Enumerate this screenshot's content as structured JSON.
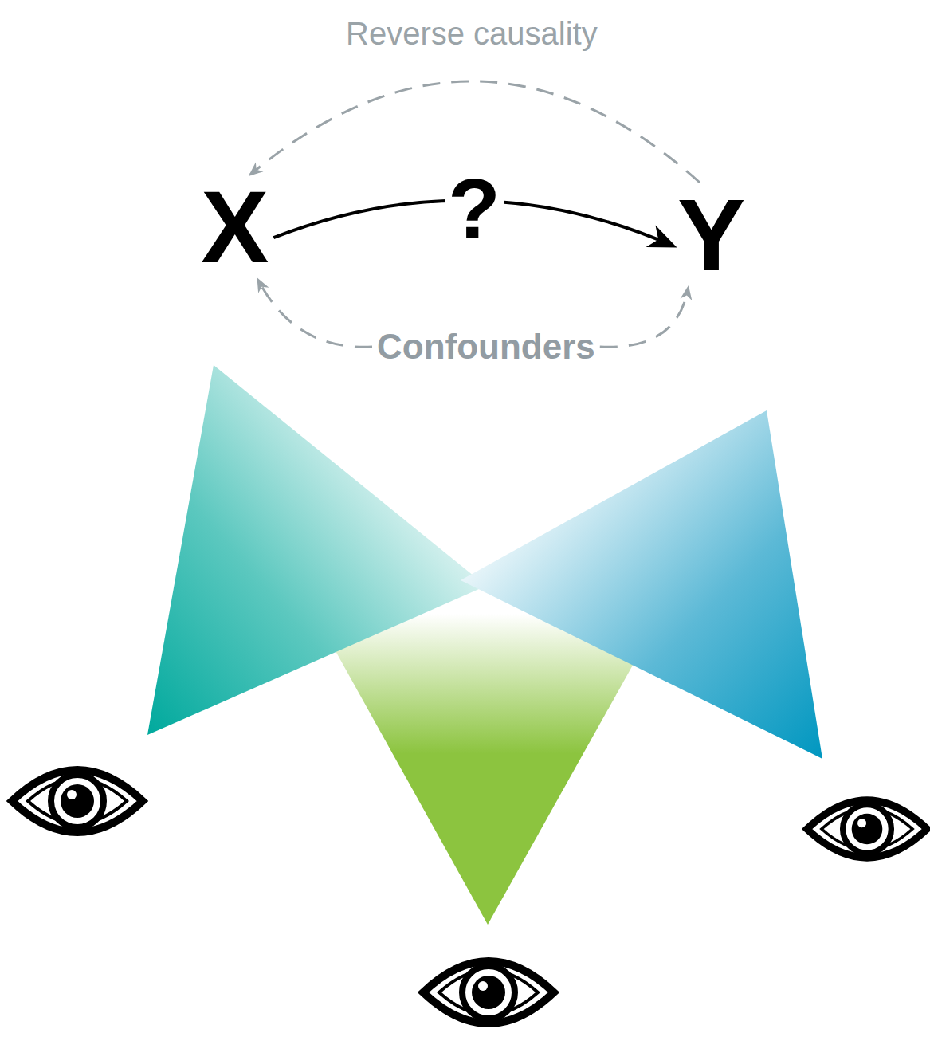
{
  "diagram": {
    "nodes": [
      {
        "text": [
          "X"
        ]
      },
      {
        "text": [
          "Y"
        ]
      },
      {
        "text": [
          "Confounders"
        ]
      }
    ],
    "edges": [
      {
        "from": 0,
        "to": 1,
        "arrow": "to",
        "label": "?"
      },
      {
        "from": 1,
        "to": 0,
        "arrow": "to",
        "label": "Reverse causality"
      },
      {
        "from": 2,
        "to": 0,
        "arrow": "to"
      },
      {
        "from": 2,
        "to": 1,
        "arrow": "to"
      }
    ]
  }
}
